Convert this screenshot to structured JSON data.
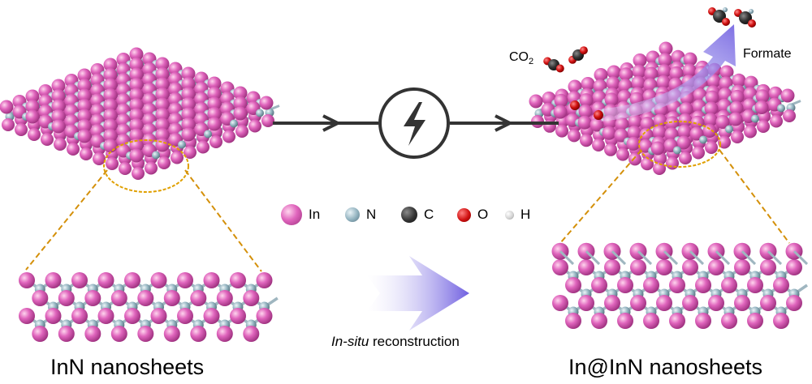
{
  "captions": {
    "left": "InN nanosheets",
    "right": "In@InN nanosheets",
    "middle_italic": "In-situ",
    "middle_rest": " reconstruction"
  },
  "labels": {
    "co2_main": "CO",
    "co2_sub": "2",
    "formate": "Formate"
  },
  "legend": [
    {
      "symbol": "In",
      "color": "#e065bd"
    },
    {
      "symbol": "N",
      "color": "#8fb0bd"
    },
    {
      "symbol": "C",
      "color": "#333333"
    },
    {
      "symbol": "O",
      "color": "#d01010"
    },
    {
      "symbol": "H",
      "color": "#cfcfcf"
    }
  ],
  "colors": {
    "indium": "#e065bd",
    "nitrogen": "#8fb0bd",
    "carbon": "#333333",
    "oxygen": "#d01010",
    "hydrogen": "#cfcfcf",
    "highlight": "#e0a000",
    "reconstruction_arrow": "#8c7fe8",
    "process_line": "#333333"
  },
  "icons": {
    "process": "lightning-bolt-icon"
  }
}
